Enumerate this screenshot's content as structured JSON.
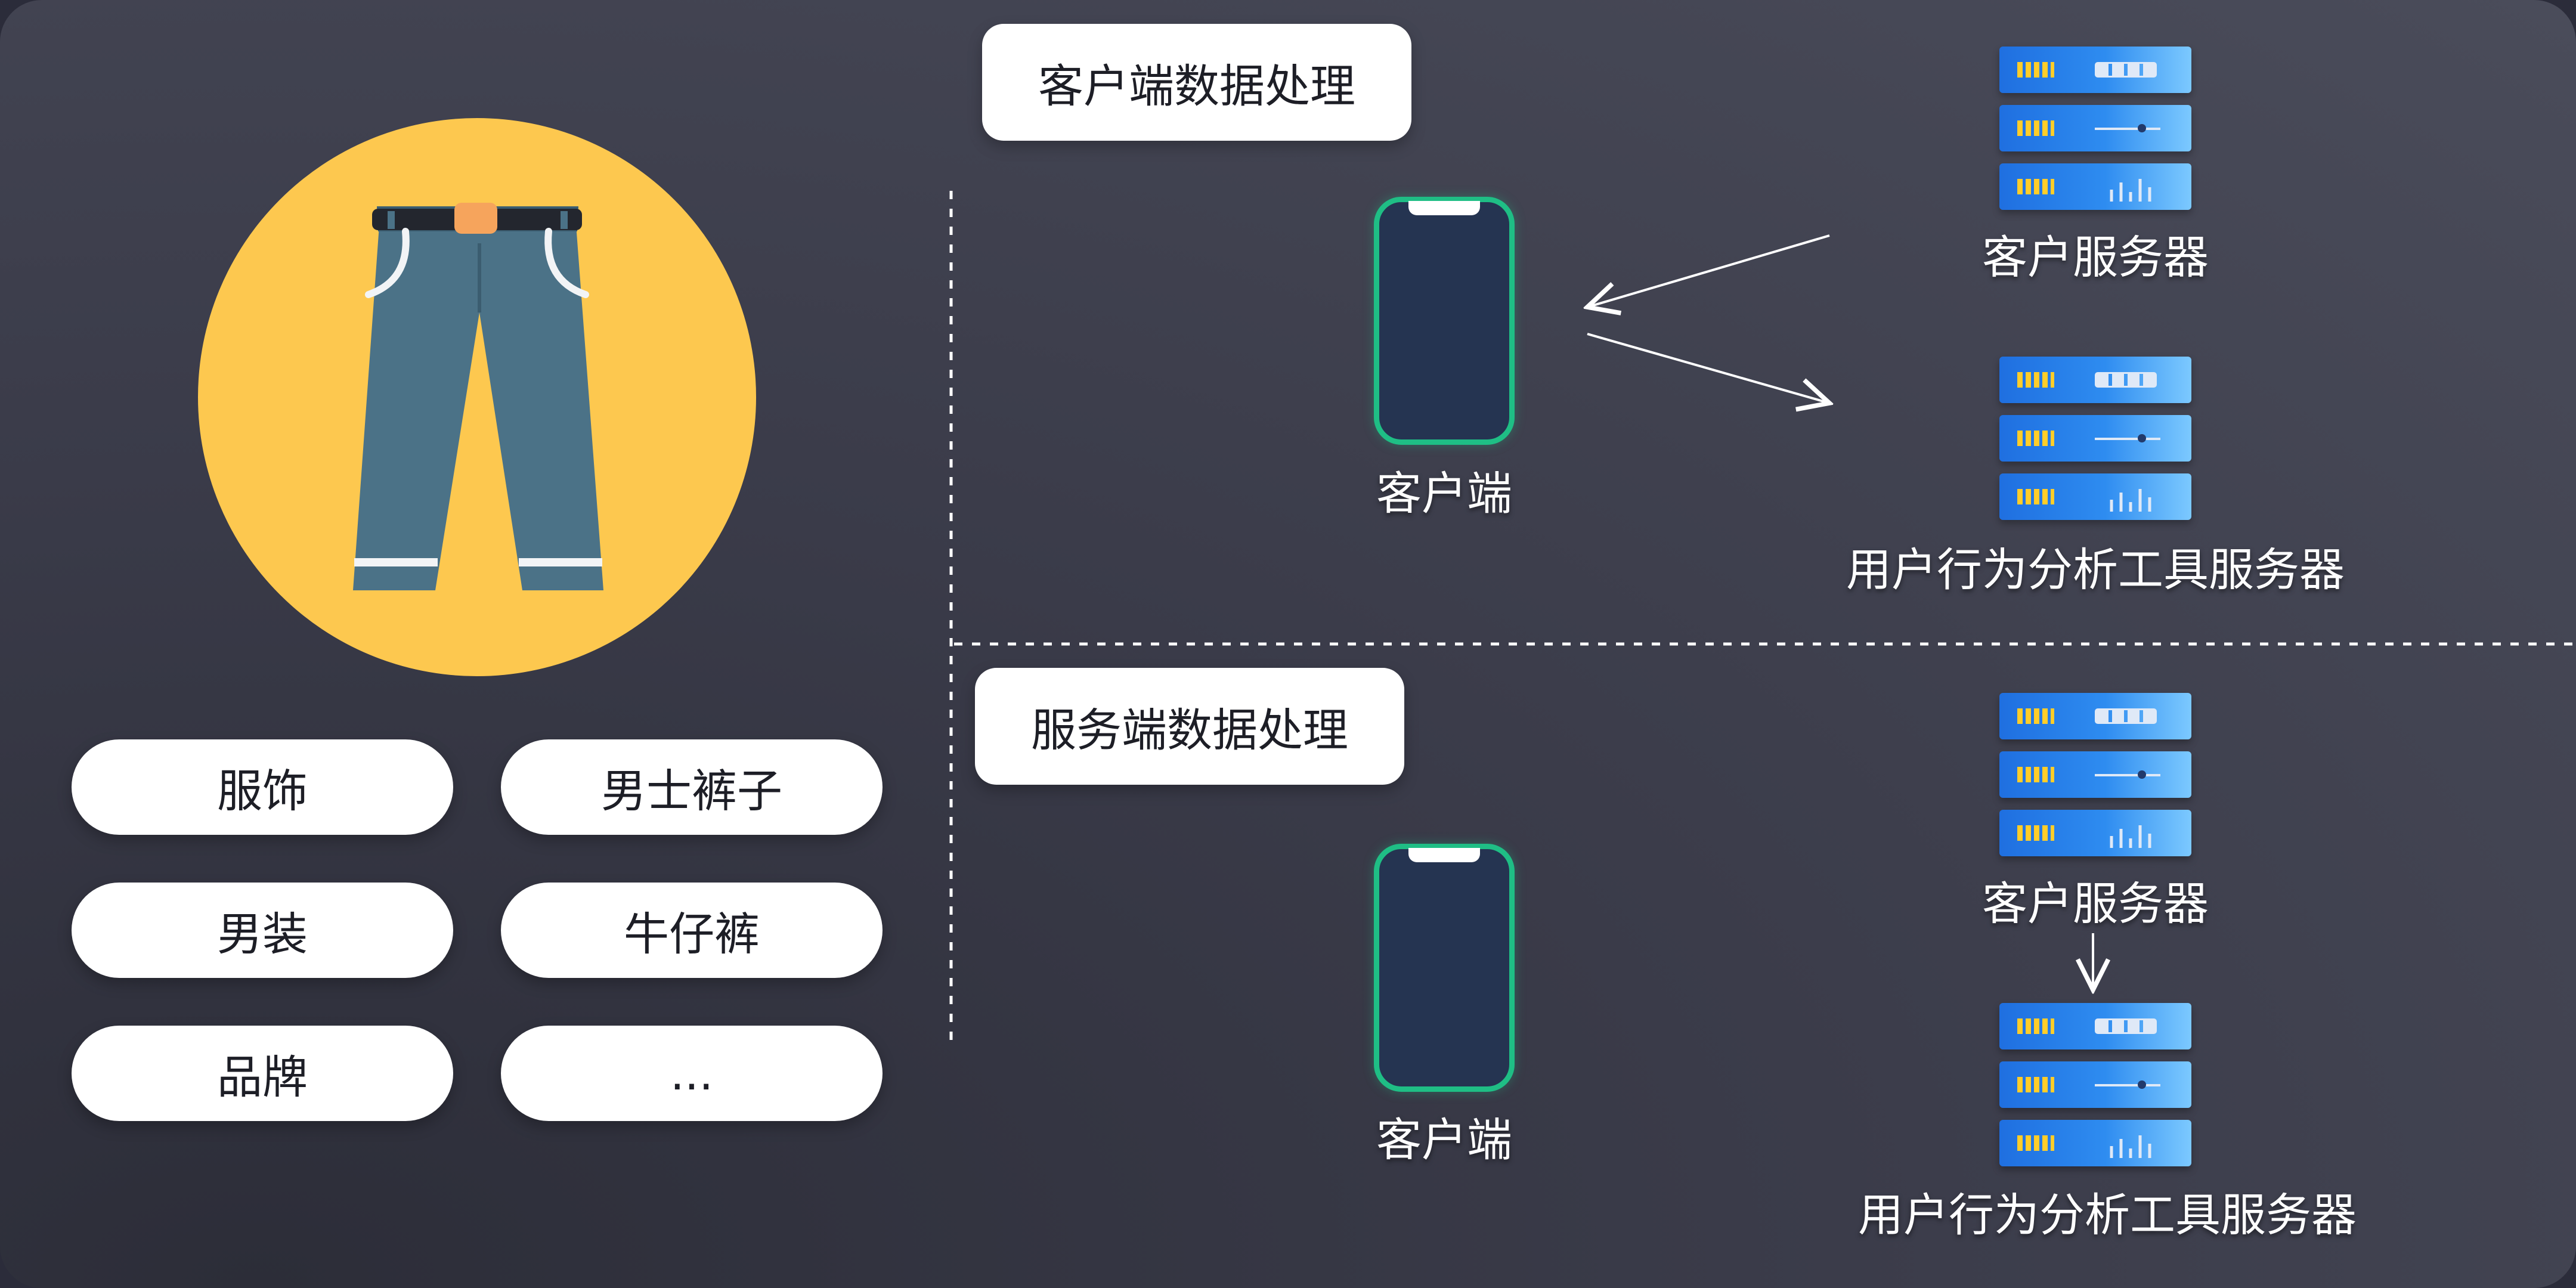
{
  "tags": [
    "服饰",
    "男士裤子",
    "男装",
    "牛仔裤",
    "品牌",
    "..."
  ],
  "client_section": {
    "title": "客户端数据处理",
    "client_label": "客户端",
    "server_a_label": "客户服务器",
    "server_b_label": "用户行为分析工具服务器"
  },
  "server_section": {
    "title": "服务端数据处理",
    "client_label": "客户端",
    "server_a_label": "客户服务器",
    "server_b_label": "用户行为分析工具服务器"
  },
  "colors": {
    "background": "#3a3b49",
    "circle": "#fdc84f",
    "jeans": "#4b7287",
    "phone_frame": "#1fbe85",
    "server": "#2e8cf0"
  },
  "icons": [
    "jeans-icon",
    "phone-icon",
    "server-rack-icon"
  ]
}
